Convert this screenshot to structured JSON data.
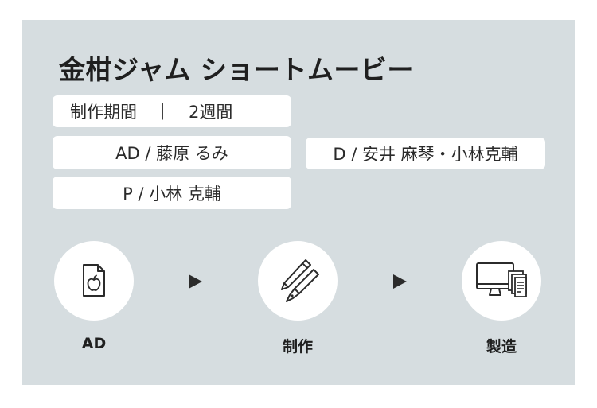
{
  "title": "金柑ジャム ショートムービー",
  "credits": {
    "period_label": "制作期間",
    "period_separator": "｜",
    "period_value": "2週間",
    "ad": "AD / 藤原 るみ",
    "d": "D / 安井 麻琴・小林克輔",
    "p": "P / 小林 克輔"
  },
  "flow": {
    "steps": [
      {
        "label": "AD",
        "icon": "apple-document-icon"
      },
      {
        "label": "制作",
        "icon": "pencil-pen-icon"
      },
      {
        "label": "製造",
        "icon": "computer-documents-icon"
      }
    ],
    "arrow_icon": "triangle-right-icon"
  },
  "colors": {
    "panel_bg": "#d6dde0",
    "tag_bg": "#ffffff",
    "icon_stroke": "#2b2b2b"
  }
}
